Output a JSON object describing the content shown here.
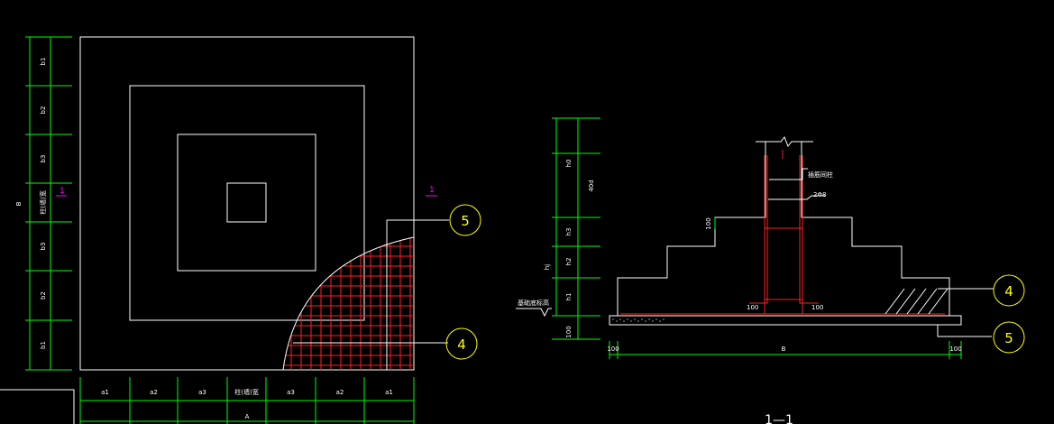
{
  "plan": {
    "dim_bottom": [
      "a1",
      "a2",
      "a3",
      "柱(墙)宽",
      "a3",
      "a2",
      "a1"
    ],
    "dim_bottom_total": "A",
    "dim_left": [
      "b1",
      "b2",
      "b3",
      "柱(墙)宽",
      "b3",
      "b2",
      "b1"
    ],
    "dim_left_total": "B",
    "section_mark_left": "1",
    "section_mark_right": "1",
    "callout_top": "5",
    "callout_bottom": "4"
  },
  "section": {
    "dim_left": [
      "h0",
      "40d",
      "h3",
      "h2",
      "h1",
      "100"
    ],
    "dim_left_total": "hj",
    "step_dim": "100",
    "dim_bottom_left": "100",
    "dim_bottom_mid": "B",
    "dim_bottom_right": "100",
    "rebar_label_1": "插筋同柱",
    "rebar_label_2": "2Φ8",
    "rebar_left_text": "100",
    "rebar_right_text": "100",
    "ground_label": "基础底标高",
    "callout_4": "4",
    "callout_5": "5",
    "bottom_caption": "1—1"
  }
}
